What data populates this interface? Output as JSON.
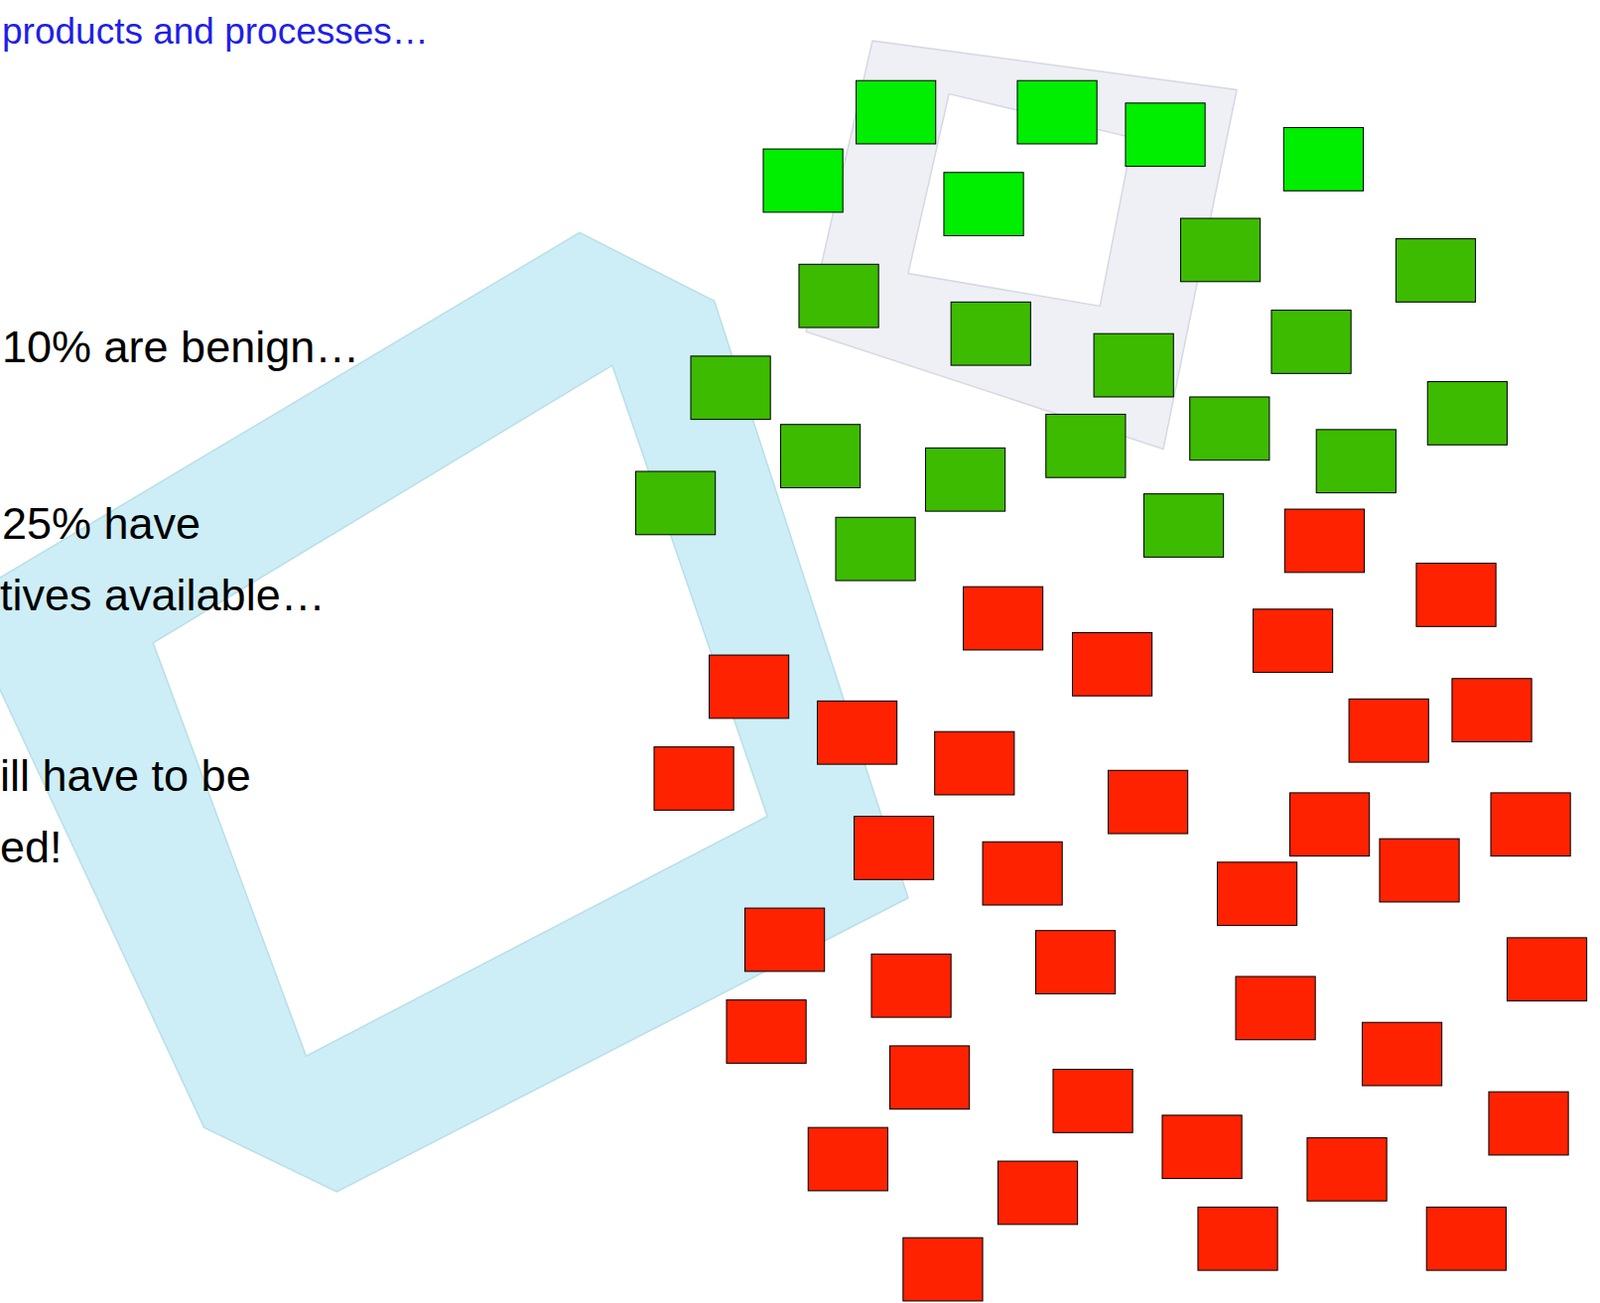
{
  "diagram": {
    "title": "products and processes…",
    "labels": [
      "10% are benign…",
      "25% have",
      "tives available…",
      "ill have to be",
      "ed!"
    ]
  }
}
